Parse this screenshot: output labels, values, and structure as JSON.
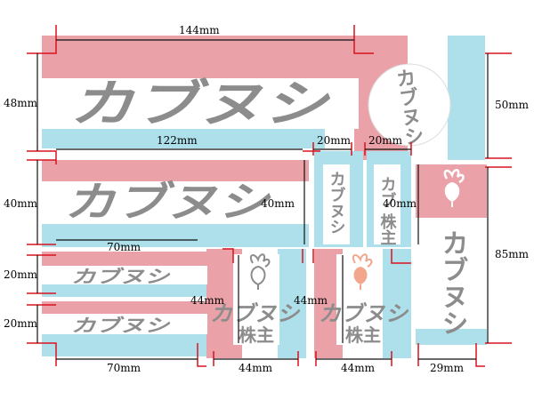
{
  "colors": {
    "pink": "#eaa2a8",
    "blue": "#ade0ea",
    "gray_text": "#8c8c8c",
    "dim_line": "#111111",
    "red_tick": "#d9131e",
    "radish_red": "#e0555f",
    "radish_peach": "#f2a78d"
  },
  "logo": {
    "main": "カブヌシ",
    "sub": "株主"
  },
  "dimensions": {
    "d_144": "144mm",
    "d_48": "48mm",
    "d_50": "50mm",
    "d_122": "122mm",
    "d_20a": "20mm",
    "d_20b": "20mm",
    "d_40a": "40mm",
    "d_40b": "40mm",
    "d_40c": "40mm",
    "d_70a": "70mm",
    "d_20c": "20mm",
    "d_20d": "20mm",
    "d_44a": "44mm",
    "d_44b": "44mm",
    "d_85": "85mm",
    "d_70b": "70mm",
    "d_44c": "44mm",
    "d_44d": "44mm",
    "d_29": "29mm"
  }
}
